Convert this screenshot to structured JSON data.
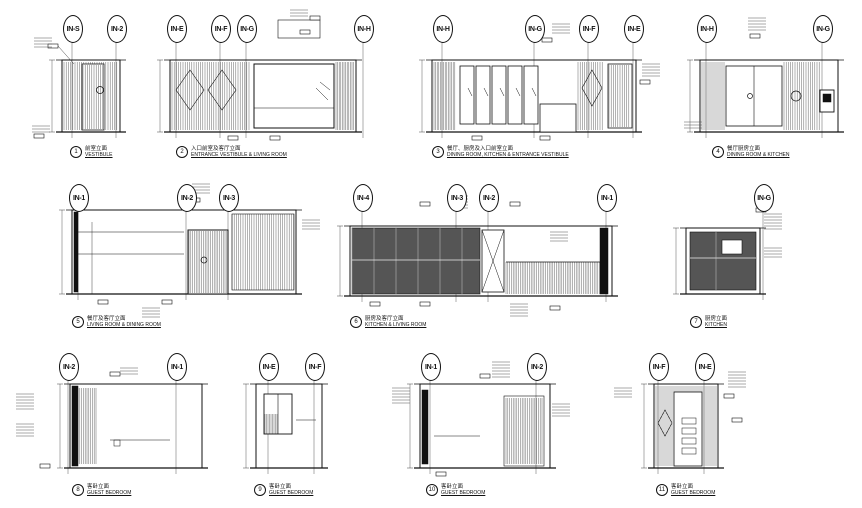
{
  "sheet": {
    "elevations": [
      {
        "id": "e1",
        "caption_num": "1",
        "caption_cn": "前室立面",
        "caption_en": "VESTIBULE",
        "bubbles": [
          "IN-S",
          "IN-2"
        ]
      },
      {
        "id": "e2",
        "caption_num": "2",
        "caption_cn": "入口前室及客厅立面",
        "caption_en": "ENTRANCE VESTIBULE & LIVING ROOM",
        "bubbles": [
          "IN-E",
          "IN-F",
          "IN-G",
          "IN-H"
        ]
      },
      {
        "id": "e3",
        "caption_num": "3",
        "caption_cn": "餐厅、厨房及入口前室立面",
        "caption_en": "DINING ROOM, KITCHEN & ENTRANCE VESTIBULE",
        "bubbles": [
          "IN-H",
          "IN-G",
          "IN-F",
          "IN-E"
        ]
      },
      {
        "id": "e4",
        "caption_num": "4",
        "caption_cn": "餐厅厨房立面",
        "caption_en": "DINING ROOM & KITCHEN",
        "bubbles": [
          "IN-H",
          "IN-G"
        ]
      },
      {
        "id": "e5",
        "caption_num": "5",
        "caption_cn": "餐厅及客厅立面",
        "caption_en": "LIVING ROOM & DINING ROOM",
        "bubbles": [
          "IN-1",
          "IN-2",
          "IN-3"
        ]
      },
      {
        "id": "e6",
        "caption_num": "6",
        "caption_cn": "厨房及客厅立面",
        "caption_en": "KITCHEN & LIVING ROOM",
        "bubbles": [
          "IN-4",
          "IN-3",
          "IN-2",
          "IN-1"
        ]
      },
      {
        "id": "e7",
        "caption_num": "7",
        "caption_cn": "厨房立面",
        "caption_en": "KITCHEN",
        "bubbles": [
          "IN-G"
        ]
      },
      {
        "id": "e8",
        "caption_num": "8",
        "caption_cn": "客卧立面",
        "caption_en": "GUEST BEDROOM",
        "bubbles": [
          "IN-2",
          "IN-1"
        ]
      },
      {
        "id": "e9",
        "caption_num": "9",
        "caption_cn": "客卧立面",
        "caption_en": "GUEST BEDROOM",
        "bubbles": [
          "IN-E",
          "IN-F"
        ]
      },
      {
        "id": "e10",
        "caption_num": "10",
        "caption_cn": "客卧立面",
        "caption_en": "GUEST BEDROOM",
        "bubbles": [
          "IN-1",
          "IN-2"
        ]
      },
      {
        "id": "e11",
        "caption_num": "11",
        "caption_cn": "客卧立面",
        "caption_en": "GUEST BEDROOM",
        "bubbles": [
          "IN-F",
          "IN-E"
        ]
      }
    ]
  }
}
